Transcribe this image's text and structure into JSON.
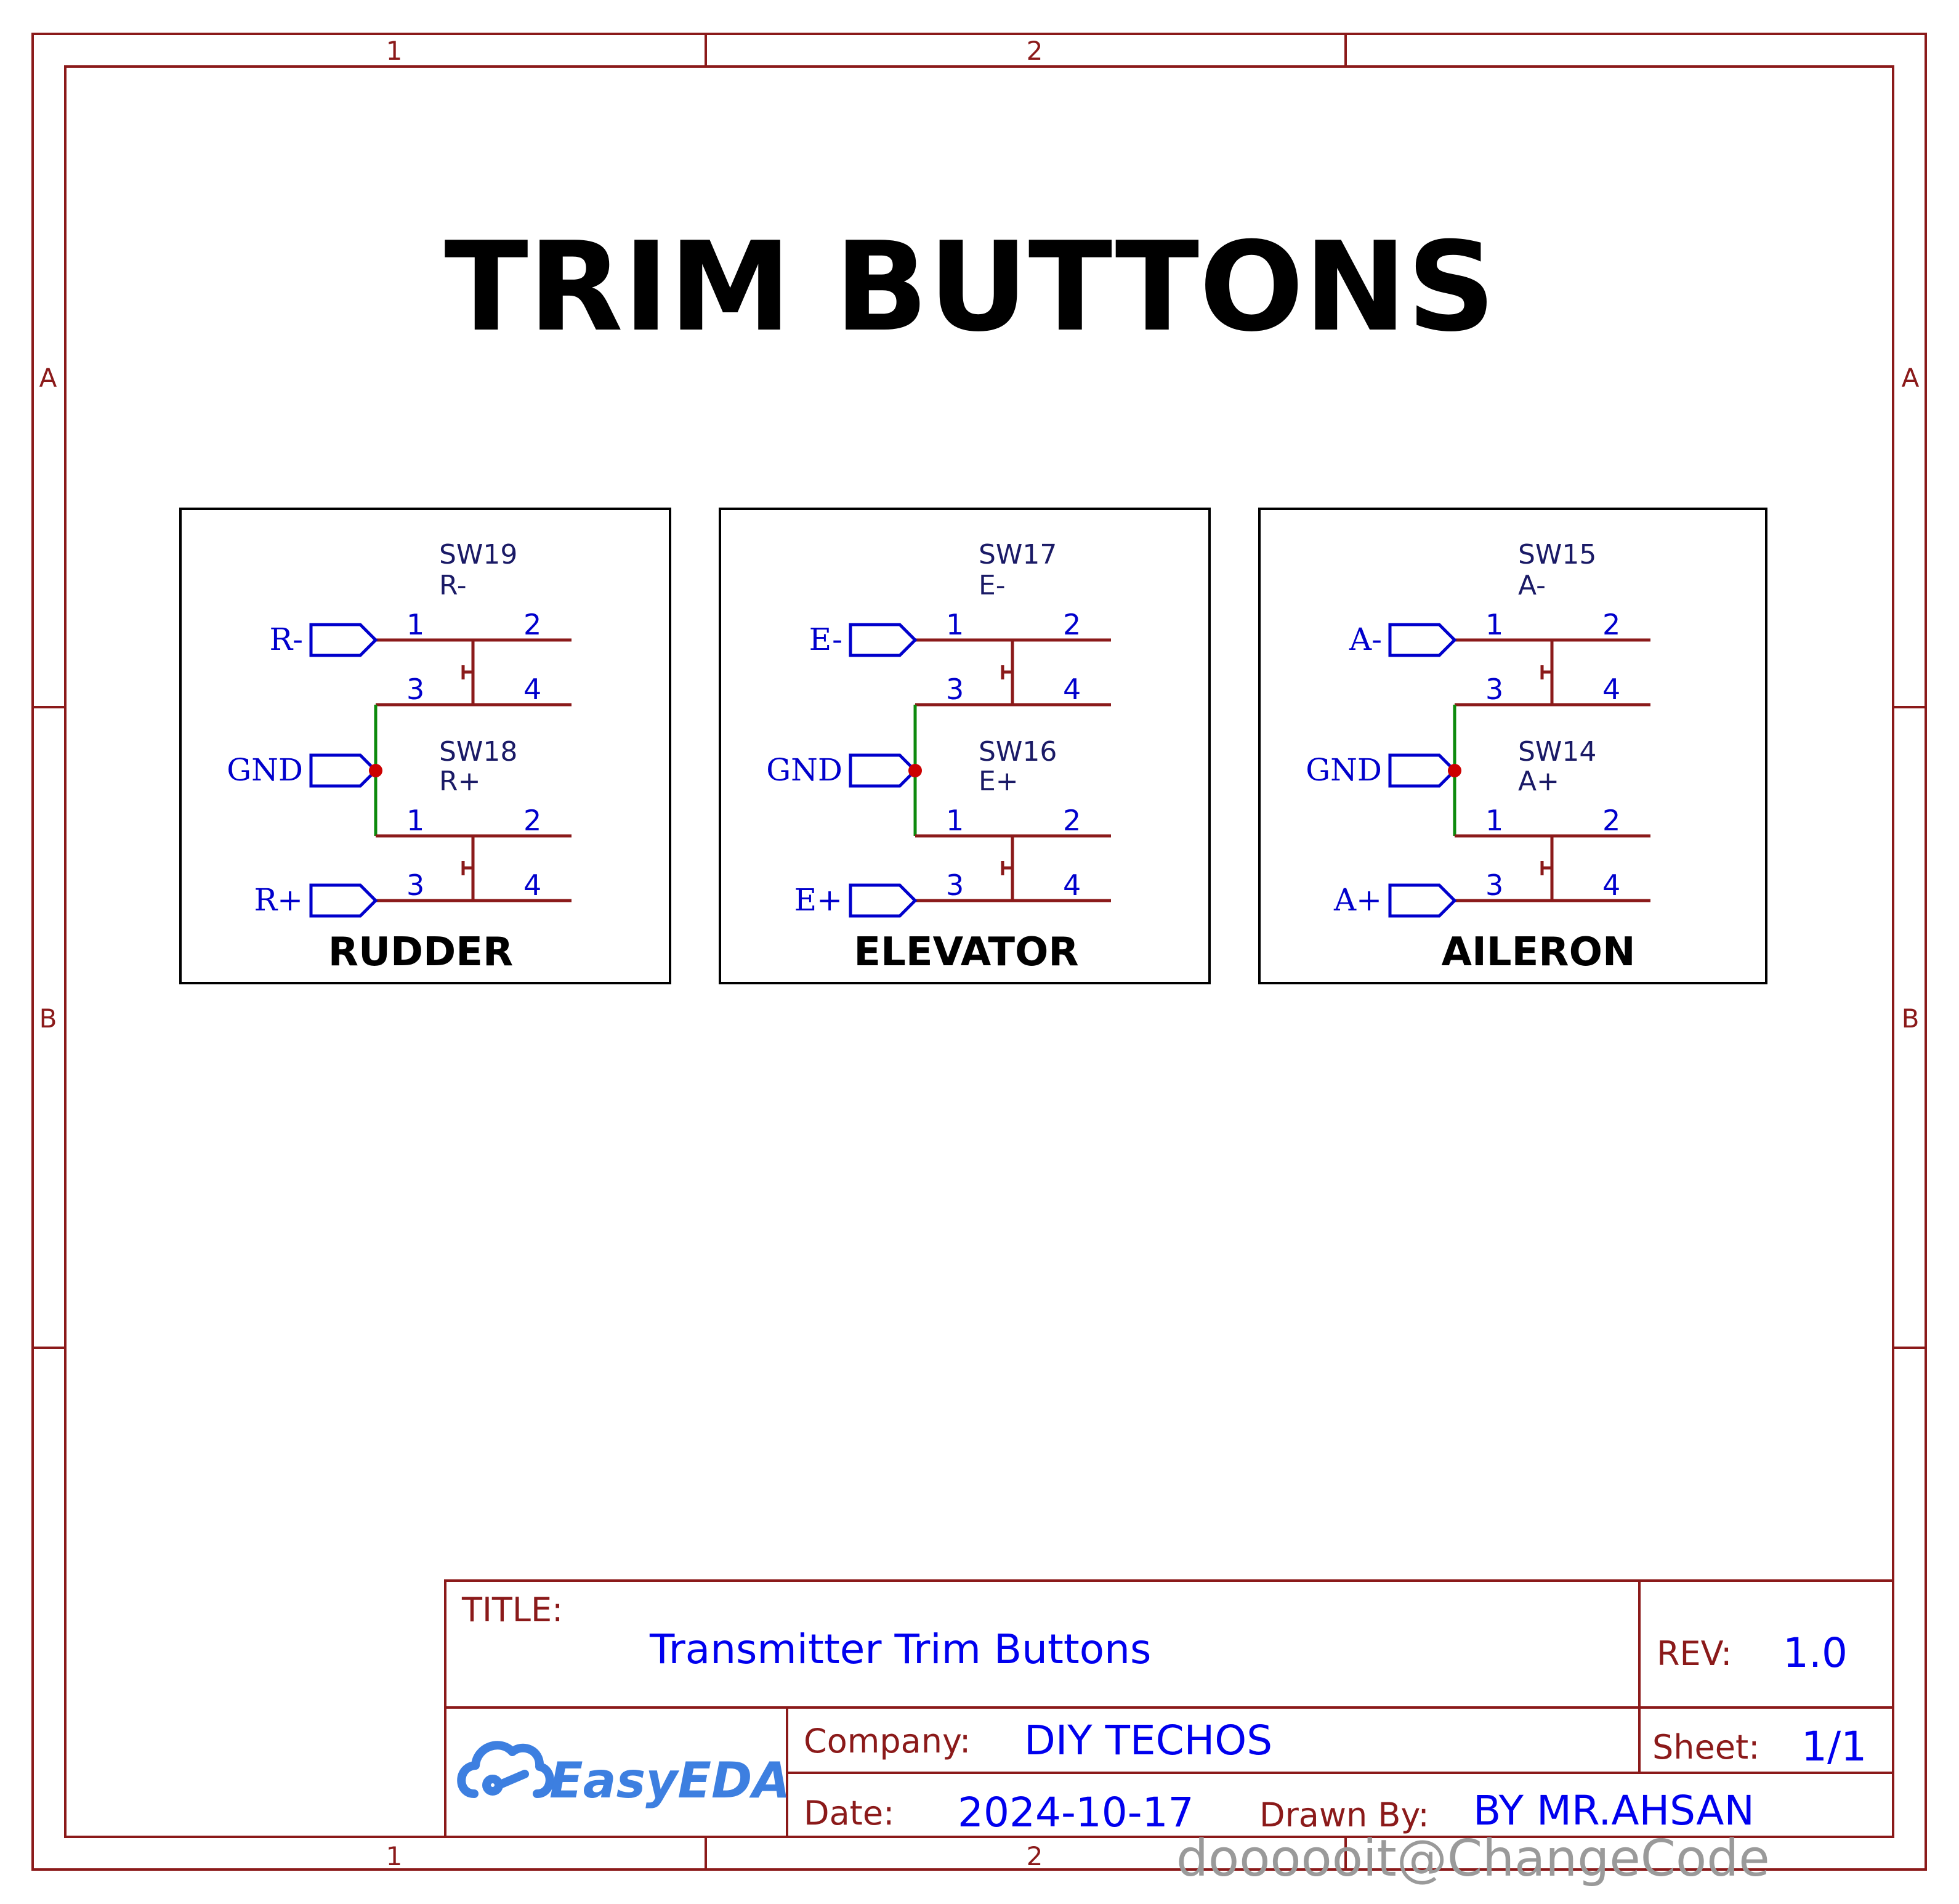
{
  "title": "TRIM BUTTONS",
  "frame": {
    "columns": [
      "1",
      "2"
    ],
    "rows": [
      "A",
      "B"
    ]
  },
  "groups": [
    {
      "label": "RUDDER",
      "top": {
        "designator": "SW19",
        "value": "R-",
        "net": "R-",
        "pins": [
          "1",
          "2",
          "3",
          "4"
        ]
      },
      "bottom": {
        "designator": "SW18",
        "value": "R+",
        "net": "R+",
        "pins": [
          "1",
          "2",
          "3",
          "4"
        ]
      },
      "gnd": "GND"
    },
    {
      "label": "ELEVATOR",
      "top": {
        "designator": "SW17",
        "value": "E-",
        "net": "E-",
        "pins": [
          "1",
          "2",
          "3",
          "4"
        ]
      },
      "bottom": {
        "designator": "SW16",
        "value": "E+",
        "net": "E+",
        "pins": [
          "1",
          "2",
          "3",
          "4"
        ]
      },
      "gnd": "GND"
    },
    {
      "label": "AILERON",
      "top": {
        "designator": "SW15",
        "value": "A-",
        "net": "A-",
        "pins": [
          "1",
          "2",
          "3",
          "4"
        ]
      },
      "bottom": {
        "designator": "SW14",
        "value": "A+",
        "net": "A+",
        "pins": [
          "1",
          "2",
          "3",
          "4"
        ]
      },
      "gnd": "GND"
    }
  ],
  "title_block": {
    "title_key": "TITLE:",
    "title_value": "Transmitter Trim Buttons",
    "rev_key": "REV:",
    "rev_value": "1.0",
    "company_key": "Company:",
    "company_value": "DIY TECHOS",
    "sheet_key": "Sheet:",
    "sheet_value": "1/1",
    "date_key": "Date:",
    "date_value": "2024-10-17",
    "drawn_key": "Drawn By:",
    "drawn_value": "BY MR.AHSAN",
    "logo_text": "EasyEDA"
  },
  "watermark": "doooooit@ChangeCode",
  "colors": {
    "frame": "#8b1a1a",
    "net_label": "#0000cc",
    "gnd_wire": "#0d8a0d",
    "junction": "#cc0000"
  }
}
